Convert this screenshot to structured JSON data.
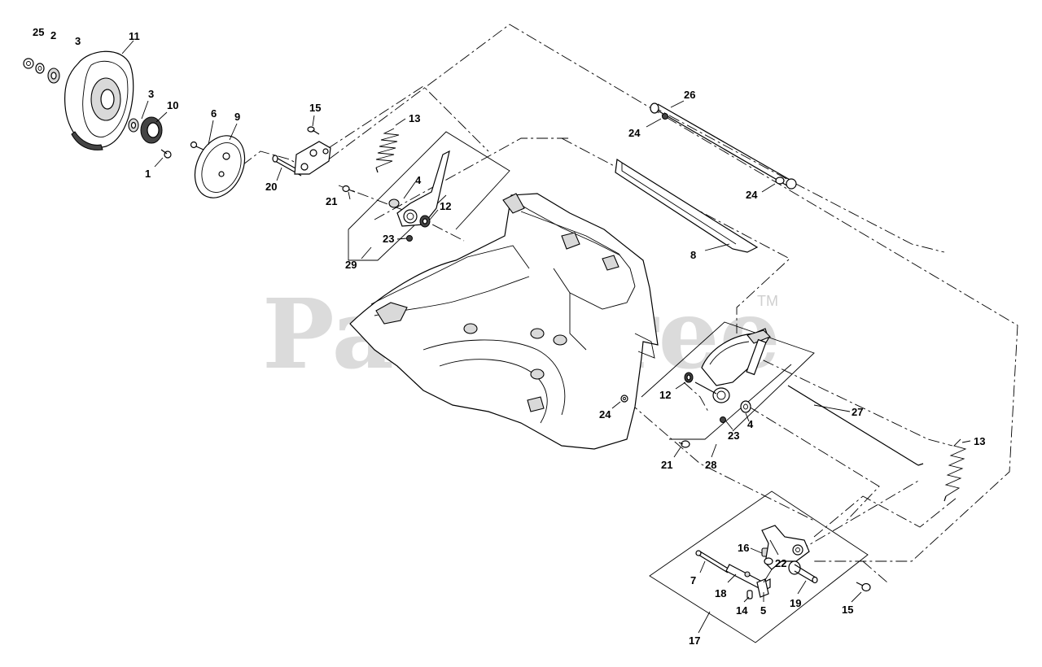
{
  "watermark": {
    "text": "PartsTree",
    "trademark": "TM"
  },
  "callouts": [
    {
      "id": "c25a",
      "label": "25"
    },
    {
      "id": "c2a",
      "label": "2"
    },
    {
      "id": "c3a",
      "label": "3"
    },
    {
      "id": "c11",
      "label": "11"
    },
    {
      "id": "c3b",
      "label": "3"
    },
    {
      "id": "c10",
      "label": "10"
    },
    {
      "id": "c6",
      "label": "6"
    },
    {
      "id": "c9",
      "label": "9"
    },
    {
      "id": "c1",
      "label": "1"
    },
    {
      "id": "c15a",
      "label": "15"
    },
    {
      "id": "c13a",
      "label": "13"
    },
    {
      "id": "c20",
      "label": "20"
    },
    {
      "id": "c4a",
      "label": "4"
    },
    {
      "id": "c21a",
      "label": "21"
    },
    {
      "id": "c12a",
      "label": "12"
    },
    {
      "id": "c23a",
      "label": "23"
    },
    {
      "id": "c29",
      "label": "29"
    },
    {
      "id": "c26",
      "label": "26"
    },
    {
      "id": "c24a",
      "label": "24"
    },
    {
      "id": "c24b",
      "label": "24"
    },
    {
      "id": "c8",
      "label": "8"
    },
    {
      "id": "c27",
      "label": "27"
    },
    {
      "id": "c13b",
      "label": "13"
    },
    {
      "id": "c12b",
      "label": "12"
    },
    {
      "id": "c24c",
      "label": "24"
    },
    {
      "id": "c23b",
      "label": "23"
    },
    {
      "id": "c4b",
      "label": "4"
    },
    {
      "id": "c21b",
      "label": "21"
    },
    {
      "id": "c28",
      "label": "28"
    },
    {
      "id": "c16",
      "label": "16"
    },
    {
      "id": "c7",
      "label": "7"
    },
    {
      "id": "c18",
      "label": "18"
    },
    {
      "id": "c22",
      "label": "22"
    },
    {
      "id": "c14",
      "label": "14"
    },
    {
      "id": "c5",
      "label": "5"
    },
    {
      "id": "c19",
      "label": "19"
    },
    {
      "id": "c15b",
      "label": "15"
    },
    {
      "id": "c17",
      "label": "17"
    }
  ]
}
